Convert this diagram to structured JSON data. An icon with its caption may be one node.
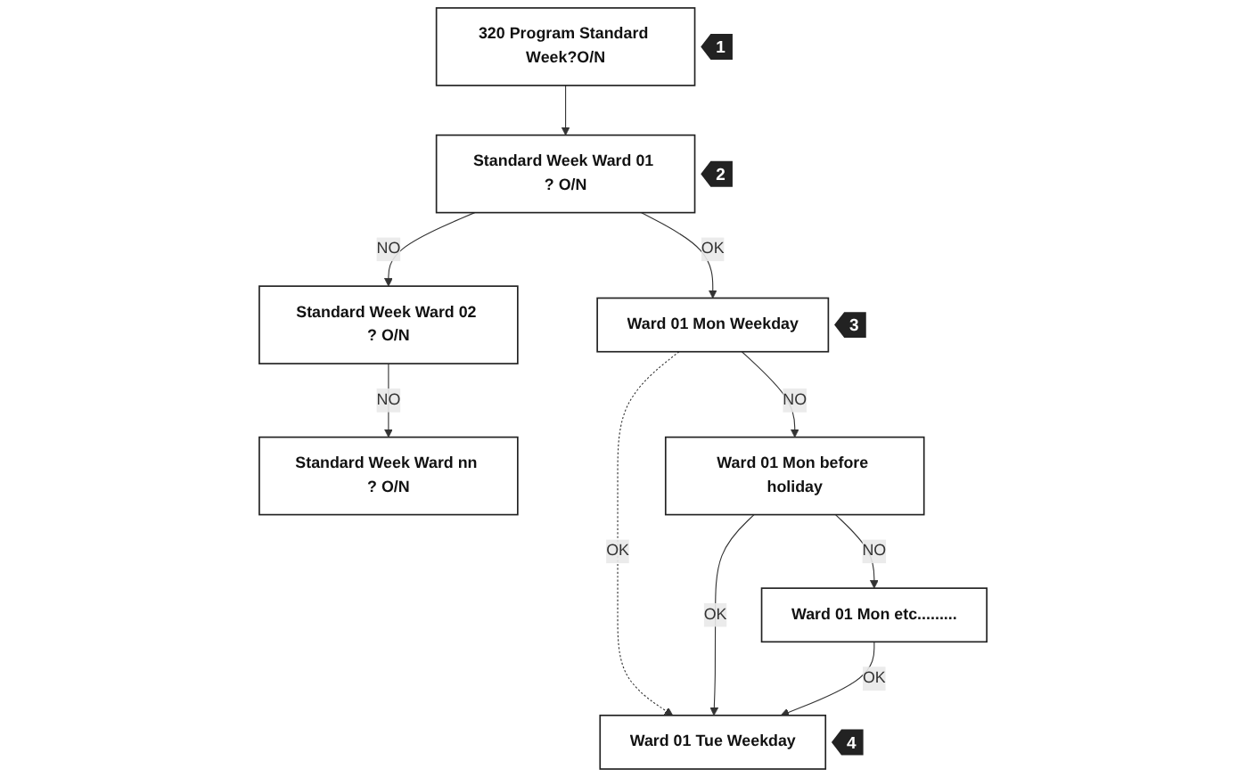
{
  "diagram": {
    "nodes": [
      {
        "text": [
          "320 Program Standard Week?O/N"
        ],
        "beside": [
          "1"
        ]
      },
      {
        "text": [
          "Standard Week Ward 01 ? O/N"
        ],
        "beside": [
          "2"
        ]
      },
      {
        "text": [
          "Standard Week Ward 02 ? O/N"
        ]
      },
      {
        "text": [
          "Standard Week Ward nn ? O/N"
        ]
      },
      {
        "text": [
          "Ward 01 Mon Weekday"
        ],
        "beside": [
          "3"
        ]
      },
      {
        "text": [
          "Ward 01 Mon before holiday"
        ]
      },
      {
        "text": [
          "Ward 01 Mon etc........."
        ]
      },
      {
        "text": [
          "Ward 01 Tue Weekday"
        ],
        "beside": [
          "4"
        ]
      }
    ],
    "edges": [
      {
        "from": 0,
        "to": 1,
        "arrow": "to"
      },
      {
        "from": 1,
        "to": 2,
        "arrow": "to",
        "label": "NO"
      },
      {
        "from": 2,
        "to": 3,
        "arrow": "to",
        "label": "NO"
      },
      {
        "from": 1,
        "to": 4,
        "arrow": "to",
        "label": "OK"
      },
      {
        "from": 4,
        "to": 5,
        "arrow": "to",
        "label": "NO"
      },
      {
        "from": 5,
        "to": 6,
        "arrow": "to",
        "label": "NO"
      },
      {
        "from": 4,
        "to": 7,
        "arrow": "to",
        "label": "OK",
        "style": "dashed"
      },
      {
        "from": 5,
        "to": 7,
        "arrow": "to",
        "label": "OK"
      },
      {
        "from": 6,
        "to": 7,
        "arrow": "to",
        "label": "OK"
      }
    ]
  }
}
